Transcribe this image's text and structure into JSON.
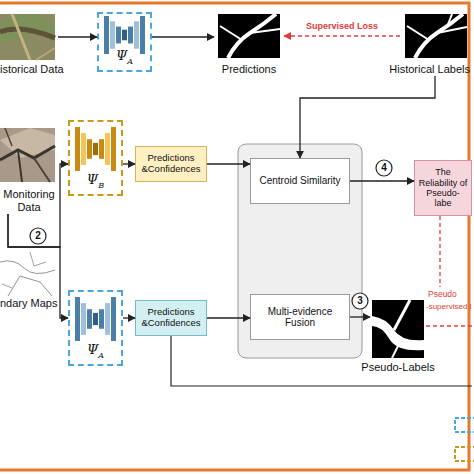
{
  "diagram": {
    "nodes": [
      {
        "text": [
          "istorical Data"
        ]
      },
      {
        "text": [
          "Ψ",
          "A"
        ]
      },
      {
        "text": [
          "Predictions"
        ]
      },
      {
        "text": [
          "Historical Labels"
        ]
      },
      {
        "text": [
          "Monitoring Data"
        ]
      },
      {
        "text": [
          "Ψ",
          "B"
        ]
      },
      {
        "text": [
          "Predictions &Confidences"
        ]
      },
      {
        "text": [
          "Centroid Similarity"
        ]
      },
      {
        "text": [
          "The Reliability of Pseudo-labe"
        ]
      },
      {
        "text": [
          "ndary Maps"
        ]
      },
      {
        "text": [
          "Ψ",
          "A"
        ]
      },
      {
        "text": [
          "Predictions &Confidences"
        ]
      },
      {
        "text": [
          "Multi-evidence Fusion"
        ]
      },
      {
        "text": [
          "Pseudo-Labels"
        ]
      }
    ],
    "edges": [
      {
        "from": 0,
        "to": 1,
        "arrow": "to"
      },
      {
        "from": 1,
        "to": 2,
        "arrow": "to"
      },
      {
        "from": 3,
        "to": 2,
        "label": "Supervised Loss",
        "arrow": "to"
      },
      {
        "from": 3,
        "to": 7,
        "arrow": "to"
      },
      {
        "from": 4,
        "to": 5,
        "arrow": "to"
      },
      {
        "from": 4,
        "to": 10,
        "arrow": "to"
      },
      {
        "from": 5,
        "to": 6,
        "arrow": "to"
      },
      {
        "from": 6,
        "to": 7,
        "arrow": "to"
      },
      {
        "from": 10,
        "to": 11,
        "arrow": "to"
      },
      {
        "from": 11,
        "to": 12,
        "arrow": "to"
      },
      {
        "from": 7,
        "to": 8,
        "arrow": "to"
      },
      {
        "from": 12,
        "to": 13,
        "arrow": "to"
      }
    ],
    "labels": [
      "4",
      "2",
      "3",
      "Pseudo",
      "-supervised l"
    ]
  }
}
